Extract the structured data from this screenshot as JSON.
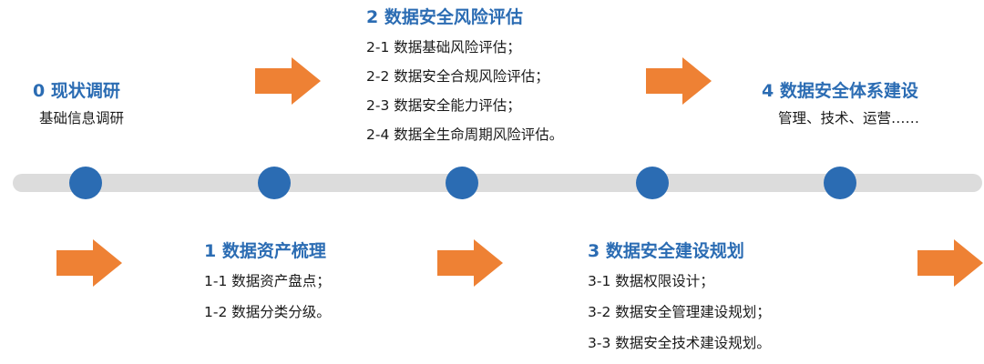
{
  "stages": [
    {
      "title": "0 现状调研",
      "items": [
        "基础信息调研"
      ]
    },
    {
      "title": "1 数据资产梳理",
      "items": [
        "1-1 数据资产盘点；",
        "1-2 数据分类分级。"
      ]
    },
    {
      "title": "2 数据安全风险评估",
      "items": [
        "2-1 数据基础风险评估；",
        "2-2 数据安全合规风险评估；",
        "2-3 数据安全能力评估；",
        "2-4 数据全生命周期风险评估。"
      ]
    },
    {
      "title": "3 数据安全建设规划",
      "items": [
        "3-1 数据权限设计；",
        "3-2 数据安全管理建设规划；",
        "3-3 数据安全技术建设规划。"
      ]
    },
    {
      "title": "4 数据安全体系建设",
      "items": [
        "管理、技术、运营……"
      ]
    }
  ],
  "colors": {
    "title": "#2b6cb3",
    "node": "#2b6cb3",
    "arrow": "#ee8134",
    "track": "#dcdcdc"
  }
}
